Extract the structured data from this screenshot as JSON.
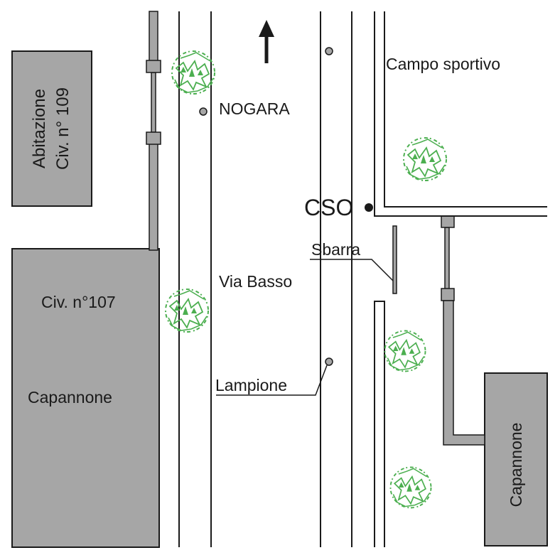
{
  "labels": {
    "abitazione_line1": "Abitazione",
    "abitazione_line2": "Civ. n° 109",
    "civ107": "Civ. n°107",
    "capannone_left": "Capannone",
    "capannone_right": "Capannone",
    "nogara": "NOGARA",
    "via_basso": "Via Basso",
    "campo_sportivo": "Campo sportivo",
    "cso": "CSO",
    "sbarra": "Sbarra",
    "lampione": "Lampione"
  },
  "colors": {
    "building_fill": "#a6a6a6",
    "outline": "#1a1a1a",
    "tree": "#4caf50",
    "point_fill": "#a6a6a6"
  },
  "icons": {
    "north_arrow": "north-arrow-icon",
    "tree": "tree-icon"
  }
}
